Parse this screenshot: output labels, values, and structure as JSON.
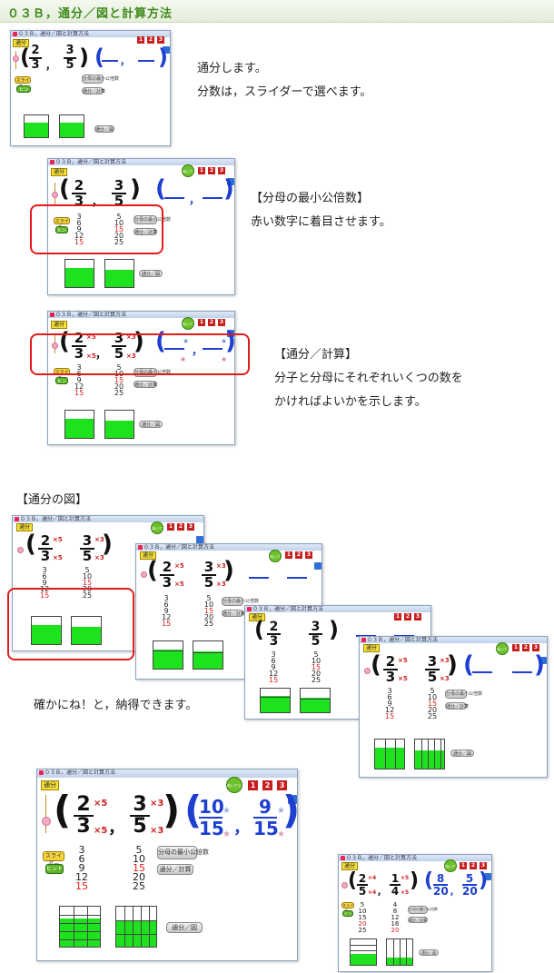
{
  "banner": {
    "title": "０３Ｂ，通分／図と計算方法"
  },
  "window_title": "０３Ｂ，通分／図と計算方法",
  "tag_label": "通分",
  "num_buttons": [
    "1",
    "2",
    "3"
  ],
  "hint_label": "ぬいてヒント",
  "parens": {
    "open": "(",
    "close": ")"
  },
  "comma": "，",
  "frac_2_3": {
    "num": "2",
    "den": "3"
  },
  "frac_3_5": {
    "num": "3",
    "den": "5"
  },
  "frac_2_5": {
    "num": "2",
    "den": "5"
  },
  "frac_1_4": {
    "num": "1",
    "den": "4"
  },
  "multipliers": {
    "x5": "×5",
    "x3": "×3",
    "x4": "×4"
  },
  "answers": {
    "main_a": {
      "num": "10",
      "den": "15"
    },
    "main_b": {
      "num": "9",
      "den": "15"
    },
    "small_a": {
      "num": "8",
      "den": "20"
    },
    "small_b": {
      "num": "5",
      "den": "20"
    }
  },
  "multiples_3": [
    "3",
    "6",
    "9",
    "12",
    "15"
  ],
  "multiples_5": [
    "5",
    "10",
    "15",
    "20",
    "25"
  ],
  "multiples_5b": [
    "5",
    "10",
    "15",
    "20",
    "25"
  ],
  "multiples_4": [
    "4",
    "8",
    "12",
    "16",
    "20"
  ],
  "buttons": {
    "lcm": "分母の最小公倍数",
    "calc": "通分／計算",
    "fig": "通分／図"
  },
  "side_buttons": {
    "top": "スライダー",
    "bottom": "ヒント"
  },
  "captions": {
    "intro_1": "通分します。",
    "intro_2": "分数は，スライダーで選べます。",
    "lcm_1": "【分母の最小公倍数】",
    "lcm_2": "赤い数字に着目させます。",
    "calc_1": "【通分／計算】",
    "calc_2": "分子と分母にそれぞれいくつの数を",
    "calc_3": "かければよいかを示します。",
    "fig_heading": "【通分の図】",
    "fig_note": "確かにね！と，納得できます。"
  },
  "colors": {
    "accent_green": "#3f8a1c",
    "red": "#e21b1b",
    "blue": "#1e3fcf",
    "fill": "#1fe21f"
  }
}
